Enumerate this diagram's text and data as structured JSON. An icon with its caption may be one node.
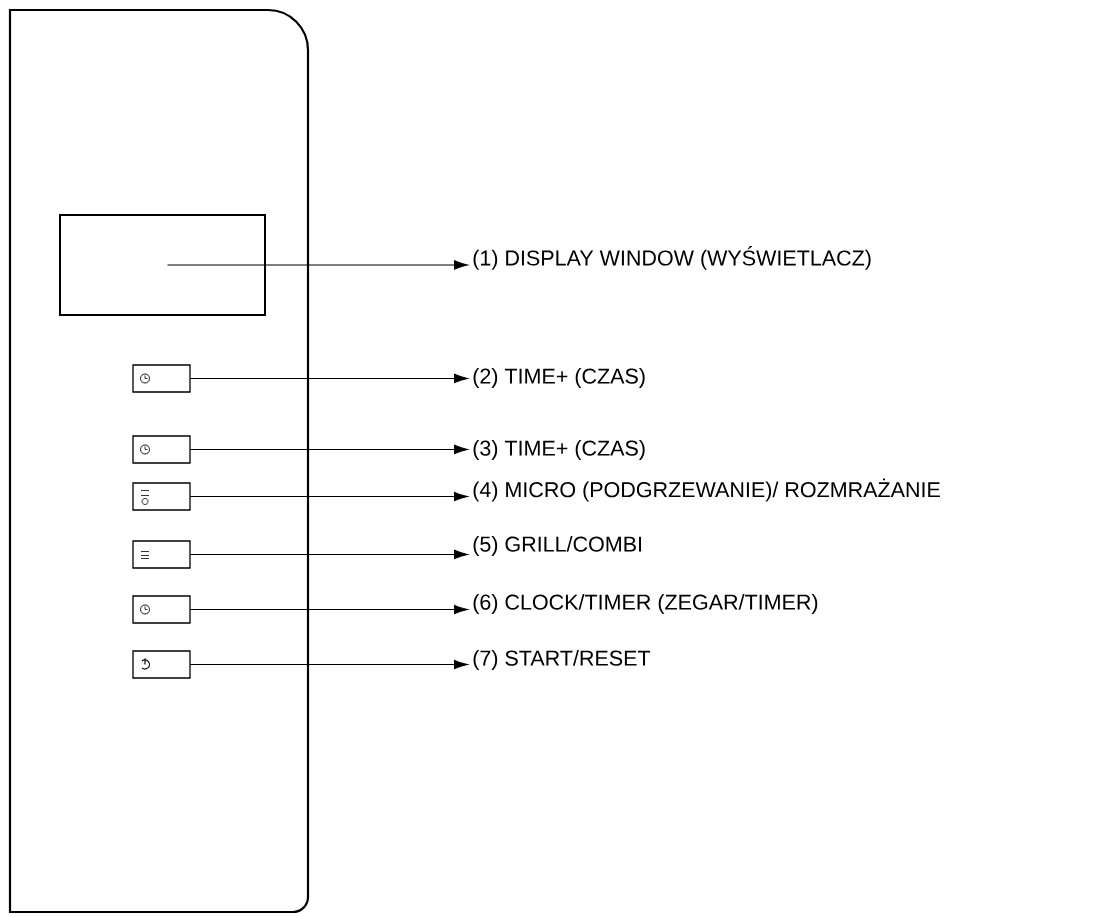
{
  "diagram": {
    "nodes": [
      {
        "text": [],
        "shape": "box"
      },
      {
        "text": [],
        "shape": "box",
        "in": 0
      },
      {
        "text": [],
        "shape": "box",
        "in": 0
      },
      {
        "text": [],
        "shape": "box",
        "in": 0
      },
      {
        "text": [],
        "shape": "box",
        "in": 0
      },
      {
        "text": [],
        "shape": "box",
        "in": 0
      },
      {
        "text": [],
        "shape": "box",
        "in": 0
      },
      {
        "text": [],
        "shape": "box",
        "in": 0
      },
      {
        "text": [
          "(1) DISPLAY WINDOW (WYŚWIETLACZ)"
        ]
      },
      {
        "text": [
          "(2) TIME+ (CZAS)"
        ]
      },
      {
        "text": [
          "(3) TIME+ (CZAS)"
        ]
      },
      {
        "text": [
          "(4) MICRO (PODGRZEWANIE)/ ROZMRAŻANIE"
        ]
      },
      {
        "text": [
          "(5) GRILL/COMBI"
        ]
      },
      {
        "text": [
          "(6) CLOCK/TIMER (ZEGAR/TIMER)"
        ]
      },
      {
        "text": [
          "(7) START/RESET"
        ]
      }
    ],
    "edges": [
      {
        "from": 1,
        "to": 8,
        "arrow": "to"
      },
      {
        "from": 2,
        "to": 9,
        "arrow": "to"
      },
      {
        "from": 3,
        "to": 10,
        "arrow": "to"
      },
      {
        "from": 4,
        "to": 11,
        "arrow": "to"
      },
      {
        "from": 5,
        "to": 12,
        "arrow": "to"
      },
      {
        "from": 6,
        "to": 13,
        "arrow": "to"
      },
      {
        "from": 7,
        "to": 14,
        "arrow": "to"
      }
    ]
  }
}
